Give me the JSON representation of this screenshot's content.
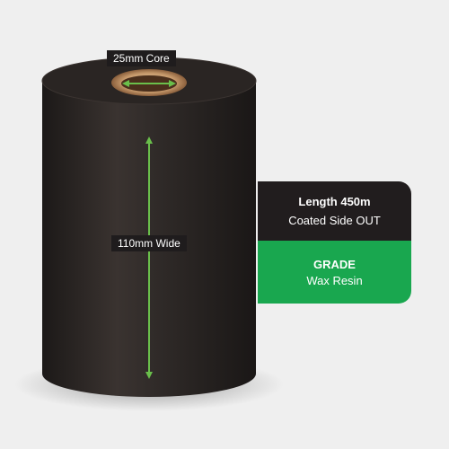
{
  "labels": {
    "core": "25mm Core",
    "width": "110mm Wide"
  },
  "spec": {
    "length": "Length 450m",
    "coating": "Coated Side OUT",
    "grade_title": "GRADE",
    "grade_value": "Wax Resin"
  },
  "colors": {
    "background": "#efefef",
    "roll": "#2b2624",
    "accent_green": "#19a74f",
    "arrow_green": "#6abf4b",
    "dark_panel": "#211d1e"
  }
}
